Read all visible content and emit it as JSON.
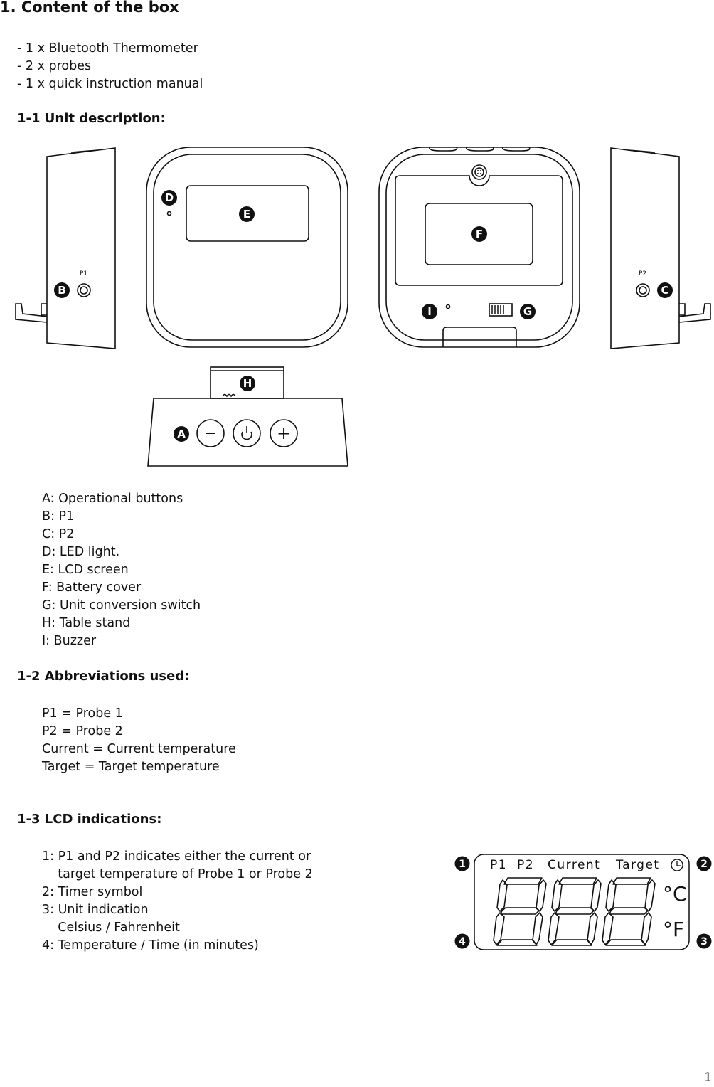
{
  "section_title": "1. Content of the box",
  "box_contents": [
    "- 1 x Bluetooth Thermometer",
    "- 2 x probes",
    "- 1 x quick instruction manual"
  ],
  "unit_description": {
    "heading": "1-1 Unit description:",
    "diagram": {
      "port_p1_label": "P1",
      "port_p2_label": "P2",
      "markers": [
        "A",
        "B",
        "C",
        "D",
        "E",
        "F",
        "G",
        "H",
        "I"
      ],
      "buttons": {
        "minus": "−",
        "plus": "+"
      }
    },
    "legend": [
      "A: Operational buttons",
      "B: P1",
      "C: P2",
      "D: LED light.",
      "E: LCD screen",
      "F: Battery cover",
      "G: Unit conversion switch",
      "H: Table stand",
      "I: Buzzer"
    ]
  },
  "abbreviations": {
    "heading": "1-2 Abbreviations used:",
    "items": [
      "P1 = Probe 1",
      "P2 = Probe 2",
      "Current = Current temperature",
      "Target = Target temperature"
    ]
  },
  "lcd_indications": {
    "heading": "1-3 LCD indications:",
    "items": [
      "1: P1 and P2 indicates either the current or",
      "    target temperature of Probe 1 or Probe 2",
      "2: Timer symbol",
      "3: Unit indication",
      "    Celsius / Fahrenheit",
      "4: Temperature / Time (in minutes)"
    ],
    "display": {
      "label_p1": "P1",
      "label_p2": "P2",
      "label_current": "Current",
      "label_target": "Target",
      "unit_c": "°C",
      "unit_f": "°F",
      "callouts": [
        "1",
        "2",
        "3",
        "4"
      ]
    }
  },
  "page_number": "1"
}
